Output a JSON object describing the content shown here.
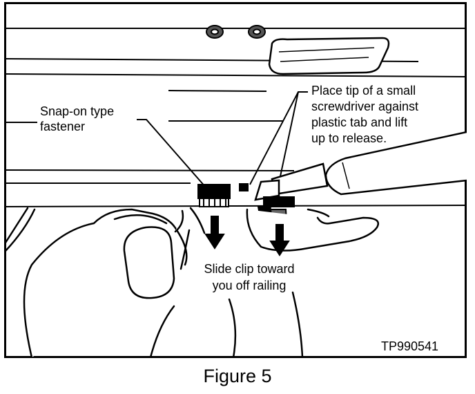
{
  "labels": {
    "snap_on": "Snap-on type\nfastener",
    "place_tip": "Place tip of a small\nscrewdriver against\nplastic tab and lift\nup to release.",
    "slide_clip": "Slide clip toward\nyou off railing",
    "code": "TP990541"
  },
  "caption": "Figure 5",
  "colors": {
    "ink": "#000000",
    "paper": "#ffffff",
    "screw_fill": "#555555"
  }
}
